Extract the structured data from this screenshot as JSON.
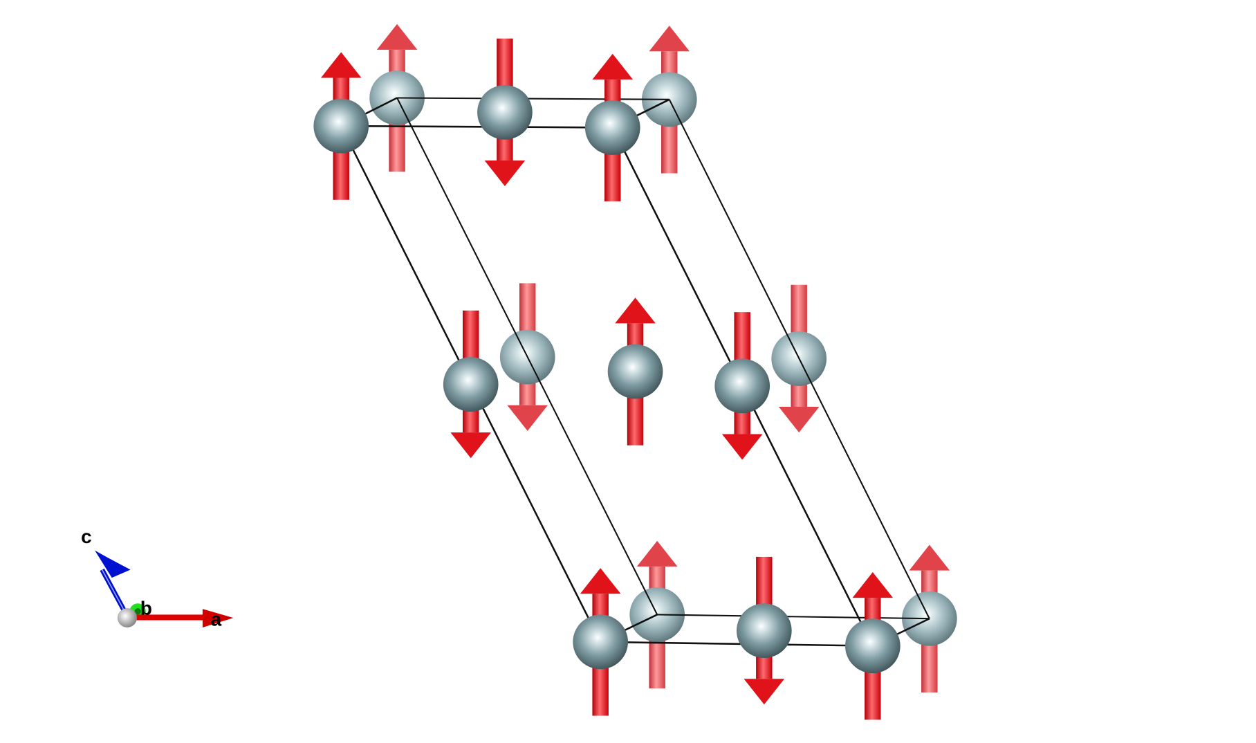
{
  "viewer": {
    "axes": {
      "a_label": "a",
      "b_label": "b",
      "c_label": "c"
    },
    "colors": {
      "atom": "#7f9ca3",
      "spin_front": "#e0141c",
      "spin_back": "#e8474d",
      "cell_edge": "#000000",
      "axis_a": "#e00000",
      "axis_b": "#00d000",
      "axis_c": "#0000d0"
    },
    "atoms": [
      {
        "layer": "top-back",
        "spin": "up"
      },
      {
        "layer": "top-back",
        "spin": "up"
      },
      {
        "layer": "top-front",
        "spin": "up"
      },
      {
        "layer": "top-front",
        "spin": "down"
      },
      {
        "layer": "top-front",
        "spin": "up"
      },
      {
        "layer": "middle-back",
        "spin": "down"
      },
      {
        "layer": "middle-back",
        "spin": "down"
      },
      {
        "layer": "middle-front",
        "spin": "down"
      },
      {
        "layer": "middle-front",
        "spin": "up"
      },
      {
        "layer": "middle-front",
        "spin": "down"
      },
      {
        "layer": "bottom-back",
        "spin": "up"
      },
      {
        "layer": "bottom-back",
        "spin": "up"
      },
      {
        "layer": "bottom-front",
        "spin": "up"
      },
      {
        "layer": "bottom-front",
        "spin": "down"
      },
      {
        "layer": "bottom-front",
        "spin": "up"
      }
    ]
  }
}
